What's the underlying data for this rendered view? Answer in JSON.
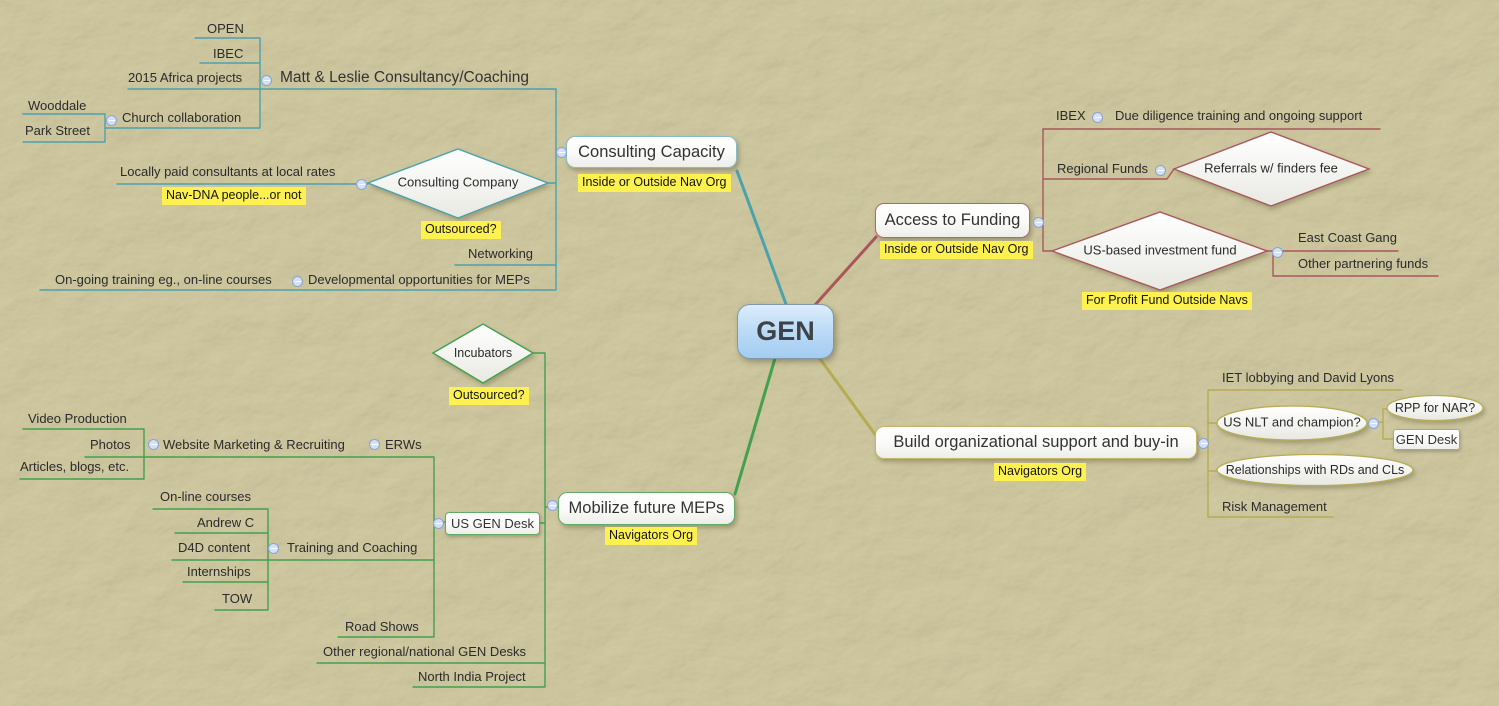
{
  "central": {
    "label": "GEN"
  },
  "colors": {
    "background": "#c9c29b",
    "branch_consulting": "#4CA2AC",
    "branch_funding": "#A9575B",
    "branch_build": "#B5AC52",
    "branch_mobilize": "#43A04F",
    "highlight_label": "#fcf14f",
    "central_fill": "#bedcf6"
  },
  "icons": {
    "collapse": "minus-in-circle"
  },
  "branches": {
    "consulting": {
      "label": "Consulting Capacity",
      "note": "Inside or Outside Nav Org",
      "matt_leslie": {
        "label": "Matt & Leslie Consultancy/Coaching"
      },
      "open": {
        "label": "OPEN"
      },
      "ibec": {
        "label": "IBEC"
      },
      "africa": {
        "label": "2015 Africa projects"
      },
      "church": {
        "label": "Church collaboration"
      },
      "wooddale": {
        "label": "Wooddale"
      },
      "park_street": {
        "label": "Park Street"
      },
      "company": {
        "label": "Consulting Company",
        "note": "Outsourced?"
      },
      "locally_paid": {
        "label": "Locally paid consultants at local rates",
        "note": "Nav-DNA people...or not"
      },
      "networking": {
        "label": "Networking"
      },
      "dev_opps": {
        "label": "Developmental opportunities for MEPs"
      },
      "ongoing_training": {
        "label": "On-going training eg., on-line courses"
      }
    },
    "funding": {
      "label": "Access to Funding",
      "note": "Inside or Outside Nav Org",
      "ibex": {
        "label": "IBEX"
      },
      "due_diligence": {
        "label": "Due diligence training and ongoing support"
      },
      "regional_funds": {
        "label": "Regional Funds"
      },
      "referrals": {
        "label": "Referrals w/ finders fee"
      },
      "us_fund": {
        "label": "US-based investment fund",
        "note": "For Profit Fund Outside Navs"
      },
      "east_coast": {
        "label": "East Coast Gang"
      },
      "other_funds": {
        "label": "Other partnering funds"
      }
    },
    "build": {
      "label": "Build organizational support and buy-in",
      "note": "Navigators Org",
      "iet": {
        "label": "IET lobbying and David Lyons"
      },
      "us_nlt": {
        "label": "US NLT and champion?"
      },
      "rpp": {
        "label": "RPP for NAR?"
      },
      "gen_desk": {
        "label": "GEN Desk"
      },
      "relationships": {
        "label": "Relationships with RDs and CLs"
      },
      "risk": {
        "label": "Risk Management"
      }
    },
    "mobilize": {
      "label": "Mobilize future MEPs",
      "note": "Navigators Org",
      "incubators": {
        "label": "Incubators",
        "note": "Outsourced?"
      },
      "video": {
        "label": "Video Production"
      },
      "photos": {
        "label": "Photos"
      },
      "articles": {
        "label": "Articles, blogs, etc."
      },
      "website": {
        "label": "Website Marketing & Recruiting"
      },
      "erws": {
        "label": "ERWs"
      },
      "online_courses": {
        "label": "On-line courses"
      },
      "andrew": {
        "label": "Andrew C"
      },
      "d4d": {
        "label": "D4D content"
      },
      "internships": {
        "label": "Internships"
      },
      "tow": {
        "label": "TOW"
      },
      "training": {
        "label": "Training and Coaching"
      },
      "us_gen_desk": {
        "label": "US GEN Desk"
      },
      "road_shows": {
        "label": "Road Shows"
      },
      "other_desks": {
        "label": "Other regional/national GEN Desks"
      },
      "north_india": {
        "label": "North India Project"
      }
    }
  }
}
